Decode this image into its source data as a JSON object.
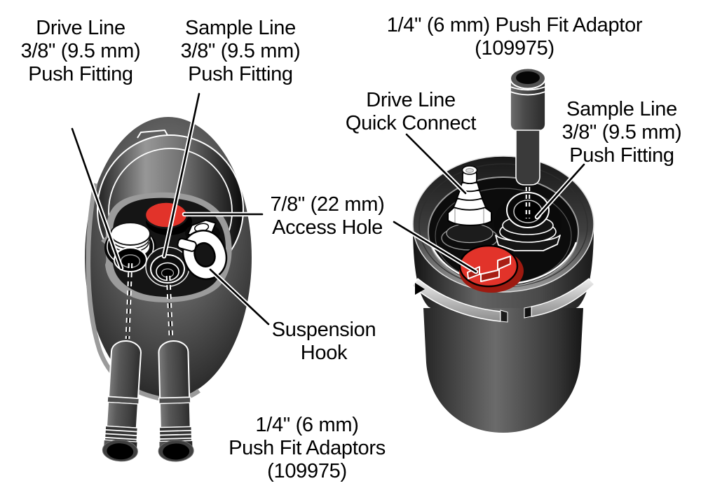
{
  "figure": {
    "labels": {
      "drive_line_left": {
        "lines": [
          "Drive Line",
          "3/8\" (9.5 mm)",
          "Push Fitting"
        ]
      },
      "sample_line_left": {
        "lines": [
          "Sample Line",
          "3/8\" (9.5 mm)",
          "Push Fitting"
        ]
      },
      "push_fit_adaptor_right": {
        "lines": [
          "1/4\" (6 mm) Push Fit Adaptor",
          "(109975)"
        ]
      },
      "drive_line_quick_connect": {
        "lines": [
          "Drive Line",
          "Quick Connect"
        ]
      },
      "sample_line_right": {
        "lines": [
          "Sample Line",
          "3/8\" (9.5 mm)",
          "Push Fitting"
        ]
      },
      "access_hole": {
        "lines": [
          "7/8\" (22 mm)",
          "Access Hole"
        ]
      },
      "suspension_hook": {
        "lines": [
          "Suspension",
          "Hook"
        ]
      },
      "push_fit_adaptors_bottom": {
        "lines": [
          "1/4\" (6 mm)",
          "Push Fit Adaptors",
          "(109975)"
        ]
      }
    },
    "colors": {
      "red_accent": "#e2332a",
      "red_dark": "#9e1a10",
      "body_gray": "#5a5a5a",
      "liner_gray": "#9b9b9b",
      "outline_white": "#ffffff",
      "text_black": "#000000",
      "background": "#ffffff"
    }
  }
}
